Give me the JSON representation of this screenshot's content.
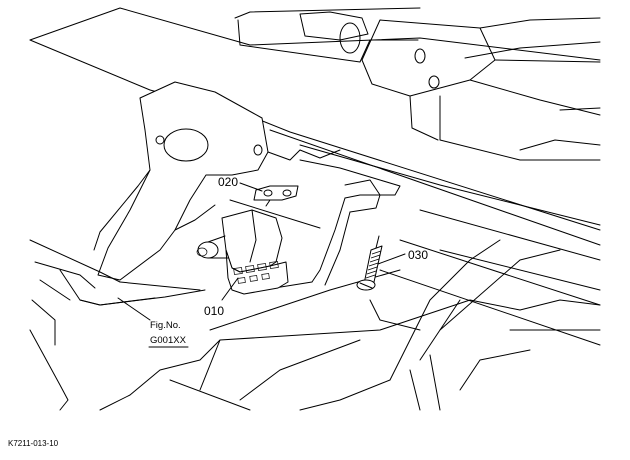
{
  "parts": [
    {
      "id": "part-010",
      "number": "010"
    },
    {
      "id": "part-020",
      "number": "020"
    },
    {
      "id": "part-030",
      "number": "030"
    }
  ],
  "figure_reference": {
    "line1": "Fig.No.",
    "line2": "G001XX"
  },
  "drawing_code": "K7211-013-10"
}
